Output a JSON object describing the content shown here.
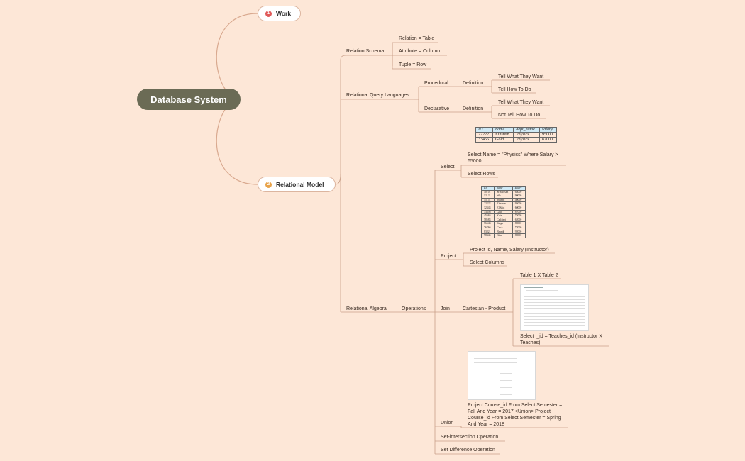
{
  "root": {
    "label": "Database System"
  },
  "topics": {
    "work": {
      "num": "1",
      "label": "Work",
      "badge_color": "#e05a5a"
    },
    "relational_model": {
      "num": "2",
      "label": "Relational Model",
      "badge_color": "#e8a34a"
    }
  },
  "relation_schema": {
    "label": "Relation Schema",
    "items": [
      "Relation = Table",
      "Attribute = Column",
      "Tuple = Row"
    ]
  },
  "query_languages": {
    "label": "Relational Query Languages",
    "procedural": {
      "label": "Procedural",
      "definition": "Definition",
      "items": [
        "Tell What They Want",
        "Tell How To Do"
      ]
    },
    "declarative": {
      "label": "Declarative",
      "definition": "Definition",
      "items": [
        "Tell What They Want",
        "Not Tell How To Do"
      ]
    }
  },
  "algebra": {
    "label": "Relational Algebra",
    "operations": "Operations",
    "select": {
      "label": "Select",
      "table1": {
        "headers": [
          "ID",
          "name",
          "dept_name",
          "salary"
        ],
        "rows": [
          [
            "22222",
            "Einstein",
            "Physics",
            "95000"
          ],
          [
            "33456",
            "Gold",
            "Physics",
            "87000"
          ]
        ]
      },
      "condition": "Select Name = \"Physics\" Where Salary > 65000",
      "note": "Select Rows"
    },
    "project": {
      "label": "Project",
      "table2": {
        "headers": [
          "ID",
          "name",
          "salary"
        ],
        "rows": [
          [
            "10101",
            "Srinivasan",
            "65000"
          ],
          [
            "12121",
            "Wu",
            "90000"
          ],
          [
            "15151",
            "Mozart",
            "40000"
          ],
          [
            "22222",
            "Einstein",
            "95000"
          ],
          [
            "32343",
            "El Said",
            "60000"
          ],
          [
            "33456",
            "Gold",
            "87000"
          ],
          [
            "45565",
            "Katz",
            "75000"
          ],
          [
            "58583",
            "Califieri",
            "62000"
          ],
          [
            "76543",
            "Singh",
            "80000"
          ],
          [
            "76766",
            "Crick",
            "72000"
          ],
          [
            "83821",
            "Brandt",
            "92000"
          ],
          [
            "98345",
            "Kim",
            "80000"
          ]
        ]
      },
      "expression": "Project Id, Name, Salary (Instructor)",
      "note": "Select Columns"
    },
    "join": {
      "label": "Join",
      "cartesian": "Cartesian - Product",
      "items": [
        "Table 1 X Table 2",
        "Select I_id = Teaches_id (Instructor X Teaches)"
      ]
    },
    "union": {
      "label": "Union",
      "expression": "Project Course_id From Select Semester = Fall And Year = 2017 <Union> Project Course_id From Select Semester = Spring And Year = 2018"
    },
    "set_intersection": "Set-intersection Operation",
    "set_difference": "Set Difference Operation"
  }
}
